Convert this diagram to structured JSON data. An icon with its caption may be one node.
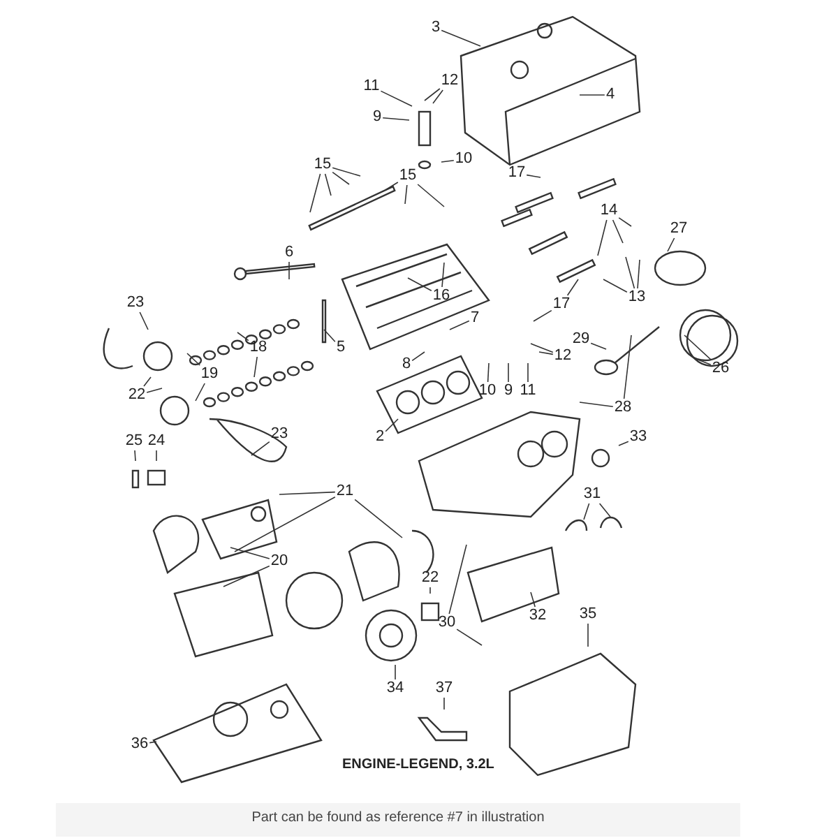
{
  "diagram": {
    "title": "ENGINE-LEGEND, 3.2L",
    "caption": "Part can be found as reference #7 in illustration",
    "nodes": [
      {
        "text": [
          "3"
        ]
      },
      {
        "text": [
          "4"
        ]
      },
      {
        "text": [
          "12"
        ]
      },
      {
        "text": [
          "11"
        ]
      },
      {
        "text": [
          "9"
        ]
      },
      {
        "text": [
          "10"
        ]
      },
      {
        "text": [
          "15"
        ]
      },
      {
        "text": [
          "15"
        ]
      },
      {
        "text": [
          "17"
        ]
      },
      {
        "text": [
          "14"
        ]
      },
      {
        "text": [
          "13"
        ]
      },
      {
        "text": [
          "27"
        ]
      },
      {
        "text": [
          "6"
        ]
      },
      {
        "text": [
          "16"
        ]
      },
      {
        "text": [
          "5"
        ]
      },
      {
        "text": [
          "7"
        ]
      },
      {
        "text": [
          "8"
        ]
      },
      {
        "text": [
          "23"
        ]
      },
      {
        "text": [
          "18"
        ]
      },
      {
        "text": [
          "19"
        ]
      },
      {
        "text": [
          "22"
        ]
      },
      {
        "text": [
          "23"
        ]
      },
      {
        "text": [
          "29"
        ]
      },
      {
        "text": [
          "12"
        ]
      },
      {
        "text": [
          "10"
        ]
      },
      {
        "text": [
          "9"
        ]
      },
      {
        "text": [
          "11"
        ]
      },
      {
        "text": [
          "17"
        ]
      },
      {
        "text": [
          "26"
        ]
      },
      {
        "text": [
          "28"
        ]
      },
      {
        "text": [
          "2"
        ]
      },
      {
        "text": [
          "25"
        ]
      },
      {
        "text": [
          "24"
        ]
      },
      {
        "text": [
          "33"
        ]
      },
      {
        "text": [
          "21"
        ]
      },
      {
        "text": [
          "31"
        ]
      },
      {
        "text": [
          "20"
        ]
      },
      {
        "text": [
          "22"
        ]
      },
      {
        "text": [
          "30"
        ]
      },
      {
        "text": [
          "32"
        ]
      },
      {
        "text": [
          "35"
        ]
      },
      {
        "text": [
          "34"
        ]
      },
      {
        "text": [
          "37"
        ]
      },
      {
        "text": [
          "36"
        ]
      }
    ],
    "edges": [
      {
        "from": 0,
        "to": null,
        "arrow": "none"
      },
      {
        "from": 1,
        "to": null,
        "arrow": "none"
      },
      {
        "from": 2,
        "to": null,
        "arrow": "none"
      },
      {
        "from": 2,
        "to": null,
        "arrow": "none"
      },
      {
        "from": 3,
        "to": null,
        "arrow": "none"
      },
      {
        "from": 4,
        "to": null,
        "arrow": "none"
      },
      {
        "from": 5,
        "to": null,
        "arrow": "none"
      },
      {
        "from": 6,
        "to": null,
        "arrow": "none"
      },
      {
        "from": 6,
        "to": null,
        "arrow": "none"
      },
      {
        "from": 6,
        "to": null,
        "arrow": "none"
      },
      {
        "from": 6,
        "to": null,
        "arrow": "none"
      },
      {
        "from": 7,
        "to": null,
        "arrow": "none"
      },
      {
        "from": 7,
        "to": null,
        "arrow": "none"
      },
      {
        "from": 7,
        "to": null,
        "arrow": "none"
      },
      {
        "from": 8,
        "to": null,
        "arrow": "none"
      },
      {
        "from": 9,
        "to": null,
        "arrow": "none"
      },
      {
        "from": 9,
        "to": null,
        "arrow": "none"
      },
      {
        "from": 9,
        "to": null,
        "arrow": "none"
      },
      {
        "from": 10,
        "to": null,
        "arrow": "none"
      },
      {
        "from": 10,
        "to": null,
        "arrow": "none"
      },
      {
        "from": 10,
        "to": null,
        "arrow": "none"
      },
      {
        "from": 11,
        "to": null,
        "arrow": "none"
      },
      {
        "from": 12,
        "to": null,
        "arrow": "none"
      },
      {
        "from": 13,
        "to": null,
        "arrow": "none"
      },
      {
        "from": 13,
        "to": null,
        "arrow": "none"
      },
      {
        "from": 14,
        "to": null,
        "arrow": "none"
      },
      {
        "from": 15,
        "to": null,
        "arrow": "none"
      },
      {
        "from": 16,
        "to": null,
        "arrow": "none"
      },
      {
        "from": 17,
        "to": null,
        "arrow": "none"
      },
      {
        "from": 18,
        "to": null,
        "arrow": "none"
      },
      {
        "from": 18,
        "to": null,
        "arrow": "none"
      },
      {
        "from": 19,
        "to": null,
        "arrow": "none"
      },
      {
        "from": 19,
        "to": null,
        "arrow": "none"
      },
      {
        "from": 20,
        "to": null,
        "arrow": "none"
      },
      {
        "from": 20,
        "to": null,
        "arrow": "none"
      },
      {
        "from": 21,
        "to": null,
        "arrow": "none"
      },
      {
        "from": 22,
        "to": null,
        "arrow": "none"
      },
      {
        "from": 23,
        "to": null,
        "arrow": "none"
      },
      {
        "from": 23,
        "to": null,
        "arrow": "none"
      },
      {
        "from": 24,
        "to": null,
        "arrow": "none"
      },
      {
        "from": 25,
        "to": null,
        "arrow": "none"
      },
      {
        "from": 26,
        "to": null,
        "arrow": "none"
      },
      {
        "from": 27,
        "to": null,
        "arrow": "none"
      },
      {
        "from": 27,
        "to": null,
        "arrow": "none"
      },
      {
        "from": 28,
        "to": null,
        "arrow": "none"
      },
      {
        "from": 28,
        "to": null,
        "arrow": "none"
      },
      {
        "from": 29,
        "to": null,
        "arrow": "none"
      },
      {
        "from": 29,
        "to": null,
        "arrow": "none"
      },
      {
        "from": 30,
        "to": null,
        "arrow": "none"
      },
      {
        "from": 31,
        "to": null,
        "arrow": "none"
      },
      {
        "from": 32,
        "to": null,
        "arrow": "none"
      },
      {
        "from": 33,
        "to": null,
        "arrow": "none"
      },
      {
        "from": 34,
        "to": null,
        "arrow": "none"
      },
      {
        "from": 34,
        "to": null,
        "arrow": "none"
      },
      {
        "from": 34,
        "to": null,
        "arrow": "none"
      },
      {
        "from": 35,
        "to": null,
        "arrow": "none"
      },
      {
        "from": 35,
        "to": null,
        "arrow": "none"
      },
      {
        "from": 36,
        "to": null,
        "arrow": "none"
      },
      {
        "from": 36,
        "to": null,
        "arrow": "none"
      },
      {
        "from": 37,
        "to": null,
        "arrow": "none"
      },
      {
        "from": 38,
        "to": null,
        "arrow": "none"
      },
      {
        "from": 38,
        "to": null,
        "arrow": "none"
      },
      {
        "from": 39,
        "to": null,
        "arrow": "none"
      },
      {
        "from": 40,
        "to": null,
        "arrow": "none"
      },
      {
        "from": 41,
        "to": null,
        "arrow": "none"
      },
      {
        "from": 42,
        "to": null,
        "arrow": "none"
      },
      {
        "from": 43,
        "to": null,
        "arrow": "none"
      }
    ]
  }
}
